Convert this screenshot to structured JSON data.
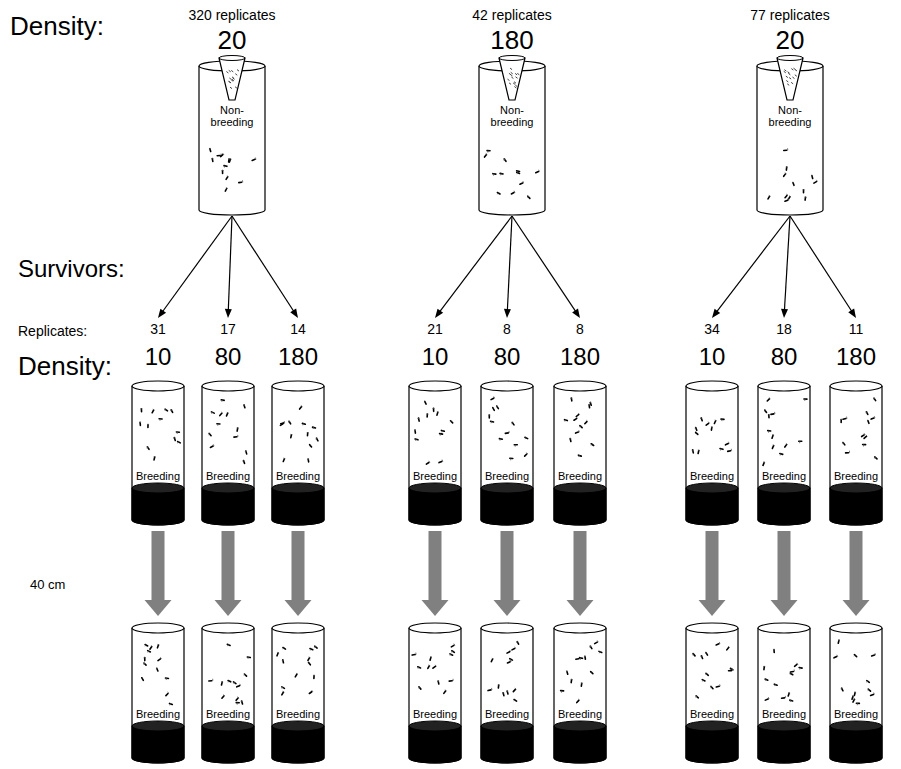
{
  "diagram": {
    "nodes": [
      {
        "text": [
          "320 replicates",
          "20",
          "Non-breeding"
        ]
      },
      {
        "text": [
          "42 replicates",
          "180",
          "Non-breeding"
        ]
      },
      {
        "text": [
          "77 replicates",
          "20",
          "Non-breeding"
        ]
      },
      {
        "text": [
          "31",
          "10",
          "Breeding"
        ]
      },
      {
        "text": [
          "17",
          "80",
          "Breeding"
        ]
      },
      {
        "text": [
          "14",
          "180",
          "Breeding"
        ]
      },
      {
        "text": [
          "21",
          "10",
          "Breeding"
        ]
      },
      {
        "text": [
          "8",
          "80",
          "Breeding"
        ]
      },
      {
        "text": [
          "8",
          "180",
          "Breeding"
        ]
      },
      {
        "text": [
          "34",
          "10",
          "Breeding"
        ]
      },
      {
        "text": [
          "18",
          "80",
          "Breeding"
        ]
      },
      {
        "text": [
          "11",
          "180",
          "Breeding"
        ]
      },
      {
        "text": [
          "Breeding"
        ]
      },
      {
        "text": [
          "Breeding"
        ]
      },
      {
        "text": [
          "Breeding"
        ]
      },
      {
        "text": [
          "Breeding"
        ]
      },
      {
        "text": [
          "Breeding"
        ]
      },
      {
        "text": [
          "Breeding"
        ]
      },
      {
        "text": [
          "Breeding"
        ]
      },
      {
        "text": [
          "Breeding"
        ]
      },
      {
        "text": [
          "Breeding"
        ]
      }
    ],
    "edges": [
      {
        "from": 0,
        "to": 3,
        "arrow": "to"
      },
      {
        "from": 0,
        "to": 4,
        "arrow": "to"
      },
      {
        "from": 0,
        "to": 5,
        "arrow": "to"
      },
      {
        "from": 1,
        "to": 6,
        "arrow": "to"
      },
      {
        "from": 1,
        "to": 7,
        "arrow": "to"
      },
      {
        "from": 1,
        "to": 8,
        "arrow": "to"
      },
      {
        "from": 2,
        "to": 9,
        "arrow": "to"
      },
      {
        "from": 2,
        "to": 10,
        "arrow": "to"
      },
      {
        "from": 2,
        "to": 11,
        "arrow": "to"
      },
      {
        "from": 3,
        "to": 12,
        "arrow": "to"
      },
      {
        "from": 4,
        "to": 13,
        "arrow": "to"
      },
      {
        "from": 5,
        "to": 14,
        "arrow": "to"
      },
      {
        "from": 6,
        "to": 15,
        "arrow": "to"
      },
      {
        "from": 7,
        "to": 16,
        "arrow": "to"
      },
      {
        "from": 8,
        "to": 17,
        "arrow": "to"
      },
      {
        "from": 9,
        "to": 18,
        "arrow": "to"
      },
      {
        "from": 10,
        "to": 19,
        "arrow": "to"
      },
      {
        "from": 11,
        "to": 20,
        "arrow": "to"
      }
    ],
    "labels": [
      "Density:",
      "Survivors:",
      "Replicates:",
      "Density:",
      "40 cm"
    ]
  }
}
